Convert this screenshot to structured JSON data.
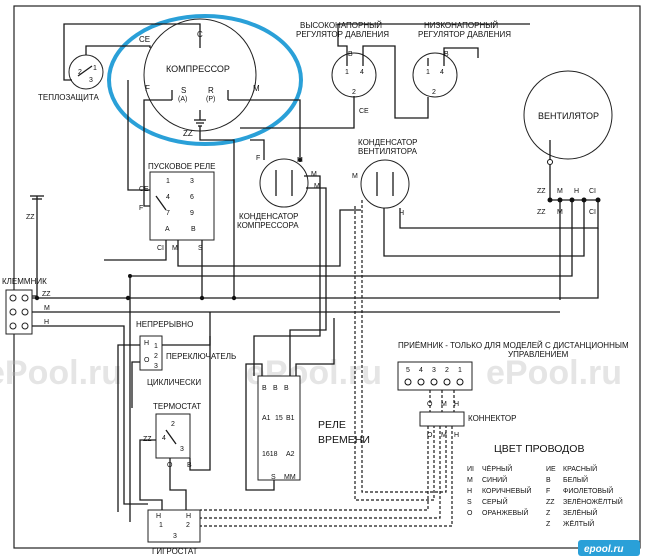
{
  "compressor": {
    "title": "КОМПРЕССОР",
    "terminal_c": "C",
    "terminal_s": "S",
    "terminal_s_sub": "(A)",
    "terminal_r": "R",
    "terminal_r_sub": "(P)",
    "wire_ce": "CE",
    "wire_f": "F",
    "wire_m": "M",
    "wire_zz": "ZZ"
  },
  "thermal_protector": {
    "title": "ТЕПЛОЗАЩИТА",
    "t1": "2",
    "t2": "1",
    "t3": "3"
  },
  "high_pressure": {
    "title_1": "ВЫСОКОНАПОРНЫЙ",
    "title_2": "РЕГУЛЯТОР ДАВЛЕНИЯ",
    "w_top": "B",
    "t1": "1",
    "t4": "4",
    "t2": "2",
    "w_bottom": "CE"
  },
  "low_pressure": {
    "title_1": "НИЗКОНАПОРНЫЙ",
    "title_2": "РЕГУЛЯТОР ДАВЛЕНИЯ",
    "w_top": "B",
    "t1": "1",
    "t4": "4",
    "t2": "2"
  },
  "fan": {
    "title": "ВЕНТИЛЯТОР",
    "w1": "ZZ",
    "w2": "ZZ",
    "wm": "M",
    "wm2": "M",
    "wh": "H",
    "wci": "CI",
    "wci2": "CI"
  },
  "start_relay": {
    "title": "ПУСКОВОЕ РЕЛЕ",
    "t1": "1",
    "t3": "3",
    "t4": "4",
    "t6": "6",
    "t7": "7",
    "t9": "9",
    "ta": "A",
    "tb": "B",
    "w_ce": "CE",
    "w_f": "F",
    "w_ci": "CI",
    "w_m": "M",
    "w_s": "S"
  },
  "comp_capacitor": {
    "title_1": "КОНДЕНСАТОР",
    "title_2": "КОМПРЕССОРА",
    "w_f": "F",
    "w_m": "M",
    "w_m2": "M",
    "w_m3": "M"
  },
  "fan_capacitor": {
    "title_1": "КОНДЕНСАТОР",
    "title_2": "ВЕНТИЛЯТОРА",
    "w_m": "M",
    "w_h": "H"
  },
  "ground": {
    "label": "ZZ"
  },
  "terminal_block": {
    "title": "КЛЕММНИК",
    "r1": "ZZ",
    "r2": "M",
    "r3": "H"
  },
  "switch": {
    "continuous": "НЕПРЕРЫВНО",
    "title": "ПЕРЕКЛЮЧАТЕЛЬ",
    "cyclic": "ЦИКЛИЧЕСКИ",
    "w_h": "H",
    "w_o": "O",
    "t1": "1",
    "t2": "2",
    "t3": "3"
  },
  "thermostat": {
    "title": "ТЕРМОСТАТ",
    "t2": "2",
    "t4": "4",
    "t3": "3",
    "w_zz": "ZZ",
    "w_o": "O",
    "w_b": "B"
  },
  "hygrostat": {
    "title": "ГИГРОСТАТ",
    "t1": "1",
    "t2": "2",
    "t3": "3",
    "w_h": "H",
    "w_h2": "H"
  },
  "timer": {
    "title_1": "РЕЛЕ",
    "title_2": "ВРЕМЕНИ",
    "w_b1": "B",
    "w_b2": "B",
    "w_b3": "B",
    "a1": "A1",
    "t15": "15",
    "b1": "B1",
    "t16": "1618",
    "a2": "A2",
    "w_s": "S",
    "w_mm": "MM"
  },
  "receiver": {
    "title_1": "ПРИЁМНИК - ТОЛЬКО ДЛЯ МОДЕЛЕЙ С ДИСТАНЦИОННЫМ",
    "title_2": "УПРАВЛЕНИЕМ",
    "pins": [
      "5",
      "4",
      "3",
      "2",
      "1"
    ],
    "w_o": "O",
    "w_m": "M",
    "w_h": "H"
  },
  "connector": {
    "title": "КОННЕКТОР",
    "w_o": "O",
    "w_m": "M",
    "w_h": "H"
  },
  "legend": {
    "title": "ЦВЕТ ПРОВОДОВ",
    "left": [
      {
        "code": "ИI",
        "name": "ЧЁРНЫЙ"
      },
      {
        "code": "M",
        "name": "СИНИЙ"
      },
      {
        "code": "H",
        "name": "КОРИЧНЕВЫЙ"
      },
      {
        "code": "S",
        "name": "СЕРЫЙ"
      },
      {
        "code": "O",
        "name": "ОРАНЖЕВЫЙ"
      }
    ],
    "right": [
      {
        "code": "ИE",
        "name": "КРАСНЫЙ"
      },
      {
        "code": "B",
        "name": "БЕЛЫЙ"
      },
      {
        "code": "F",
        "name": "ФИОЛЕТОВЫЙ"
      },
      {
        "code": "ZZ",
        "name": "ЗЕЛЁНОЖЁЛТЫЙ"
      },
      {
        "code": "Z",
        "name": "ЗЕЛЁНЫЙ"
      },
      {
        "code": "Z",
        "name": "ЖЁЛТЫЙ"
      }
    ]
  },
  "watermark": "ePool.ru",
  "logo": "epool.ru",
  "colors": {
    "highlight": "#2aa0d8",
    "wire": "#1a1a1a",
    "logo_bg": "#2aa0d8"
  }
}
